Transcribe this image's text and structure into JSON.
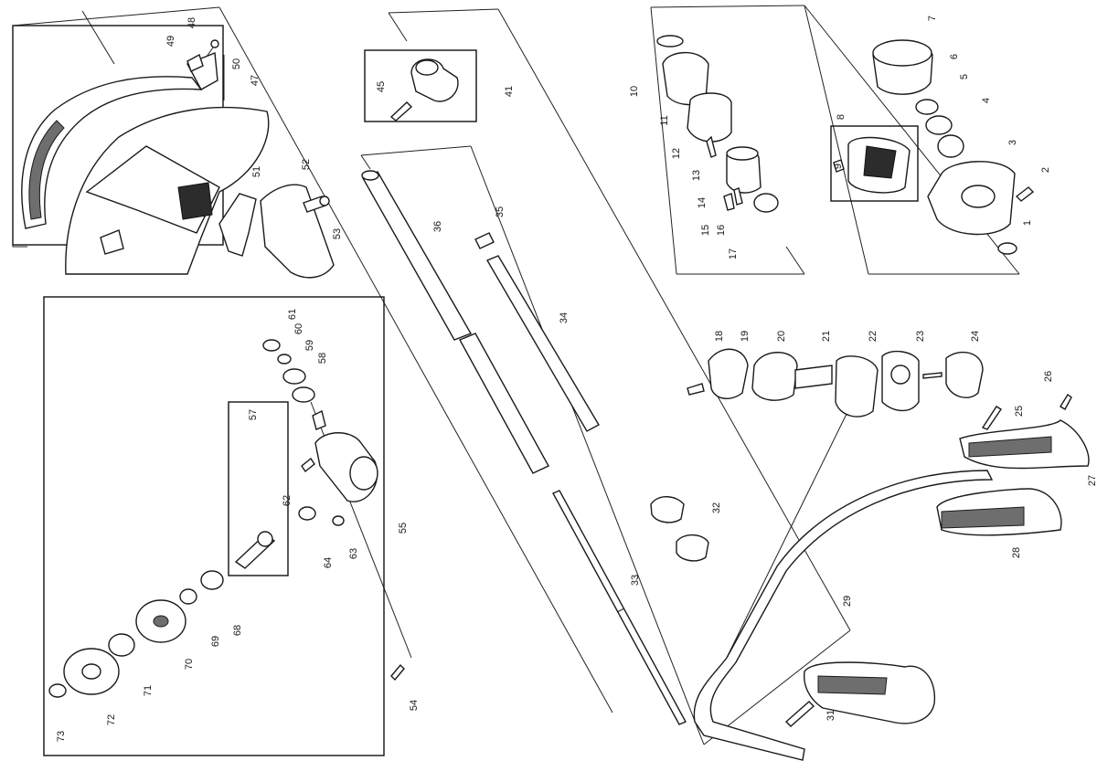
{
  "diagram": {
    "type": "exploded-parts-diagram",
    "callouts": [
      "1",
      "2",
      "3",
      "4",
      "5",
      "6",
      "7",
      "8",
      "9",
      "10",
      "11",
      "12",
      "13",
      "14",
      "15",
      "16",
      "17",
      "18",
      "19",
      "20",
      "21",
      "22",
      "23",
      "24",
      "25",
      "26",
      "27",
      "28",
      "29",
      "31",
      "32",
      "33",
      "34",
      "35",
      "36",
      "41",
      "45",
      "47",
      "48",
      "49",
      "50",
      "51",
      "52",
      "53",
      "54",
      "55",
      "57",
      "58",
      "59",
      "60",
      "61",
      "62",
      "63",
      "64",
      "68",
      "69",
      "70",
      "71",
      "72",
      "73"
    ],
    "colors": {
      "line": "#1a1a1a",
      "shade": "#6e6e6e",
      "background": "#ffffff"
    }
  }
}
